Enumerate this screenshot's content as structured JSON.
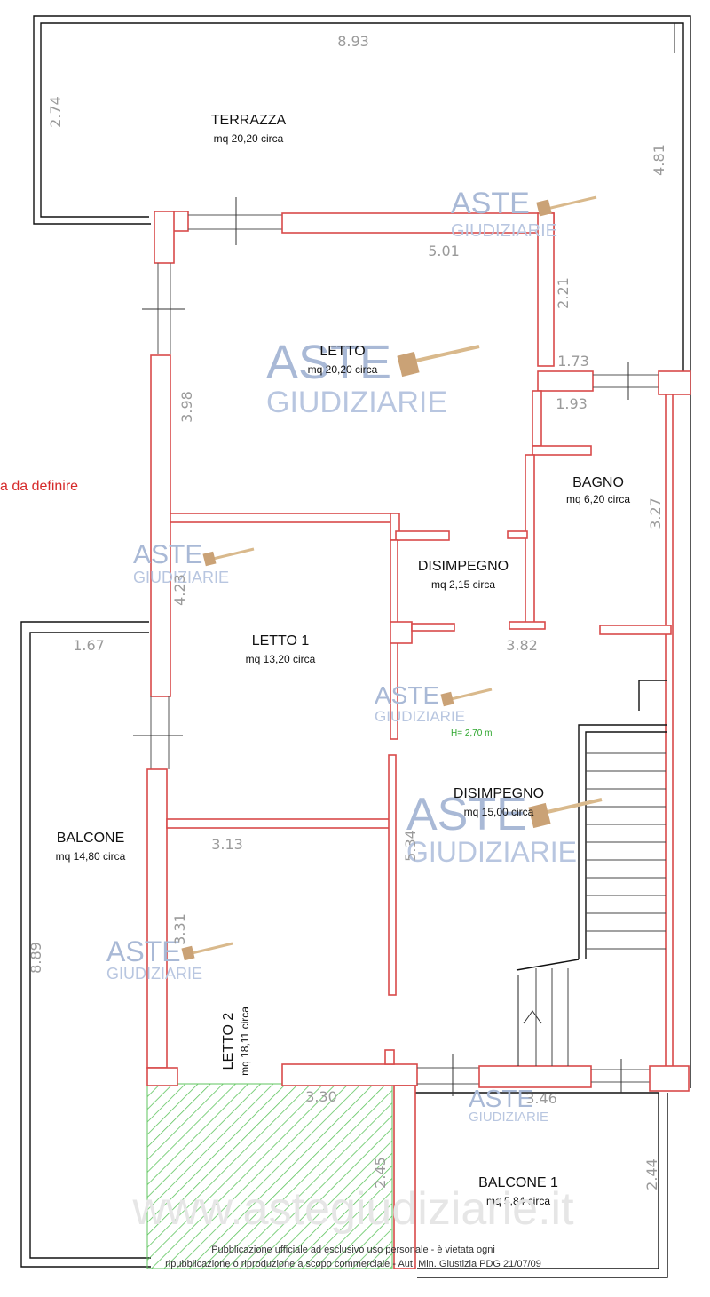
{
  "rooms": {
    "terrazza": {
      "name": "TERRAZZA",
      "area": "mq 20,20 circa"
    },
    "letto": {
      "name": "LETTO",
      "area": "mq 20,20 circa"
    },
    "bagno": {
      "name": "BAGNO",
      "area": "mq 6,20 circa"
    },
    "disimpegno_small": {
      "name": "DISIMPEGNO",
      "area": "mq 2,15 circa"
    },
    "letto1": {
      "name": "LETTO 1",
      "area": "mq 13,20 circa"
    },
    "disimpegno_large": {
      "name": "DISIMPEGNO",
      "area": "mq 15,00 circa"
    },
    "balcone": {
      "name": "BALCONE",
      "area": "mq 14,80 circa"
    },
    "letto2": {
      "name": "LETTO 2",
      "area": "mq 18,11 circa"
    },
    "balcone1": {
      "name": "BALCONE 1",
      "area": "mq 5,84 circa"
    }
  },
  "dimensions": {
    "terrazza_width": "8.93",
    "terrazza_depth": "2.74",
    "right_upper": "4.81",
    "letto_width": "5.01",
    "letto_notch": "2.21",
    "notch_a": "1.73",
    "notch_b": "1.93",
    "letto_depth": "3.98",
    "bagno_depth": "3.27",
    "letto1_depth": "4.23",
    "balcone_top": "1.67",
    "disimpegno_width": "3.82",
    "letto2_width": "3.13",
    "disimpegno_depth": "5.34",
    "letto2_depth": "3.31",
    "balcone_depth": "8.89",
    "letto2_bottom": "3.30",
    "hatch_depth": "2.45",
    "bottom_right": "3.46",
    "balcone1_depth": "2.44"
  },
  "notes": {
    "da_definire": "a da definire",
    "height": "H= 2,70 m"
  },
  "watermark": {
    "brand_line1": "ASTE",
    "brand_line2": "GIUDIZIARIE",
    "url": "www.astegiudiziarie.it",
    "disclaimer_line1": "Pubblicazione ufficiale ad esclusivo uso personale - è vietata ogni",
    "disclaimer_line2": "ripubblicazione o riproduzione a scopo commerciale - Aut. Min. Giustizia PDG 21/07/09"
  },
  "colors": {
    "wall": "#d84a4a",
    "outline": "#111111",
    "dimension": "#9a9a9a",
    "hatch": "#5fc55f",
    "watermark": "#a9b9d6"
  }
}
